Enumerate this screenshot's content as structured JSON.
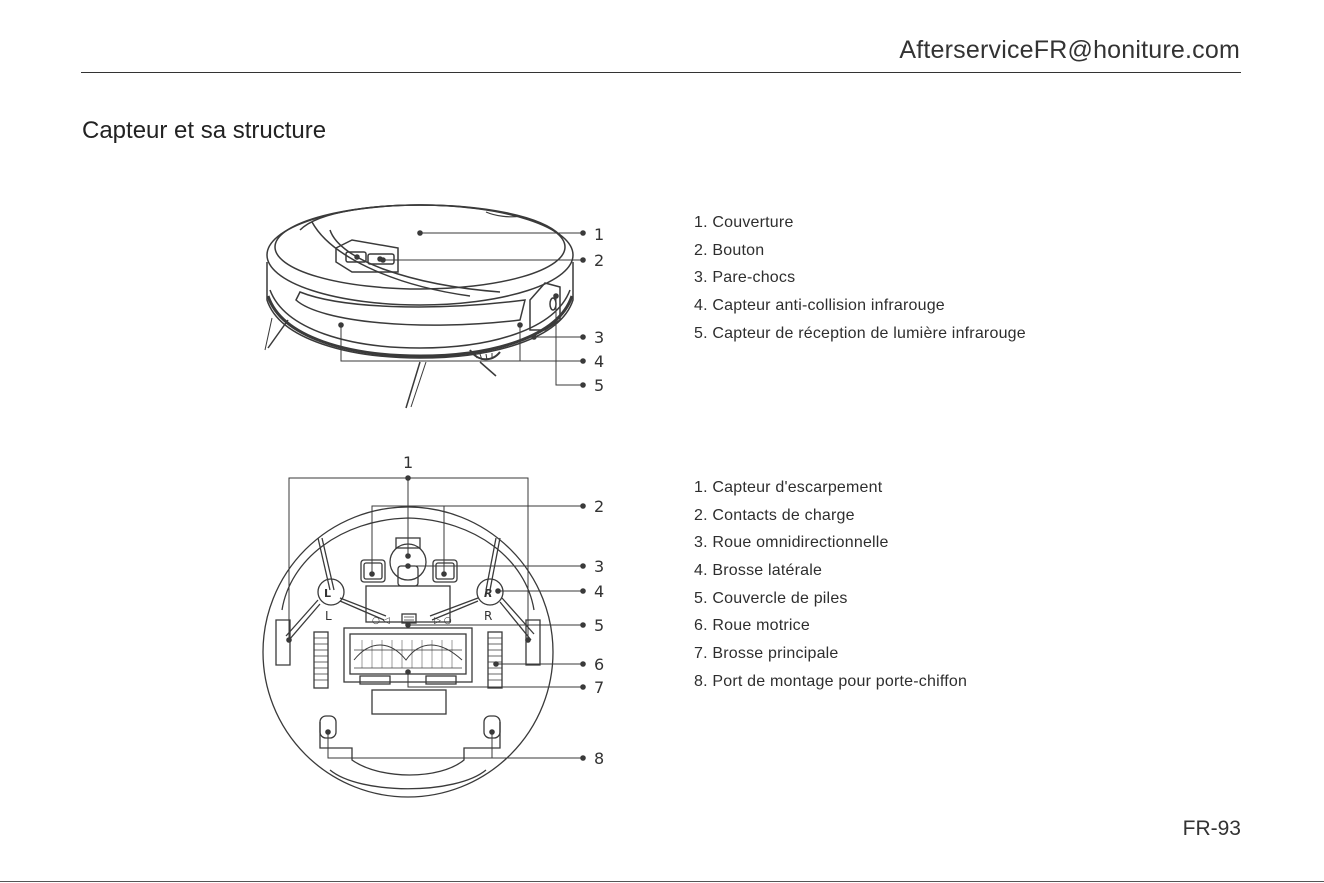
{
  "header": {
    "email": "AfterserviceFR@honiture.com"
  },
  "section": {
    "title": "Capteur et sa structure"
  },
  "top_figure": {
    "callouts": [
      "1",
      "2",
      "3",
      "4",
      "5"
    ],
    "parts": [
      "1. Couverture",
      "2. Bouton",
      "3. Pare-chocs",
      "4. Capteur anti-collision infrarouge",
      "5. Capteur de réception de lumière infrarouge"
    ]
  },
  "bottom_figure": {
    "callouts": [
      "1",
      "2",
      "3",
      "4",
      "5",
      "6",
      "7",
      "8"
    ],
    "wheel_labels": {
      "left": "L",
      "right": "R"
    },
    "parts": [
      "1. Capteur d'escarpement",
      "2. Contacts de charge",
      "3. Roue omnidirectionnelle",
      "4. Brosse latérale",
      "5. Couvercle de piles",
      "6. Roue motrice",
      "7. Brosse principale",
      "8. Port de montage pour porte-chiffon"
    ]
  },
  "footer": {
    "page_number": "FR-93"
  }
}
